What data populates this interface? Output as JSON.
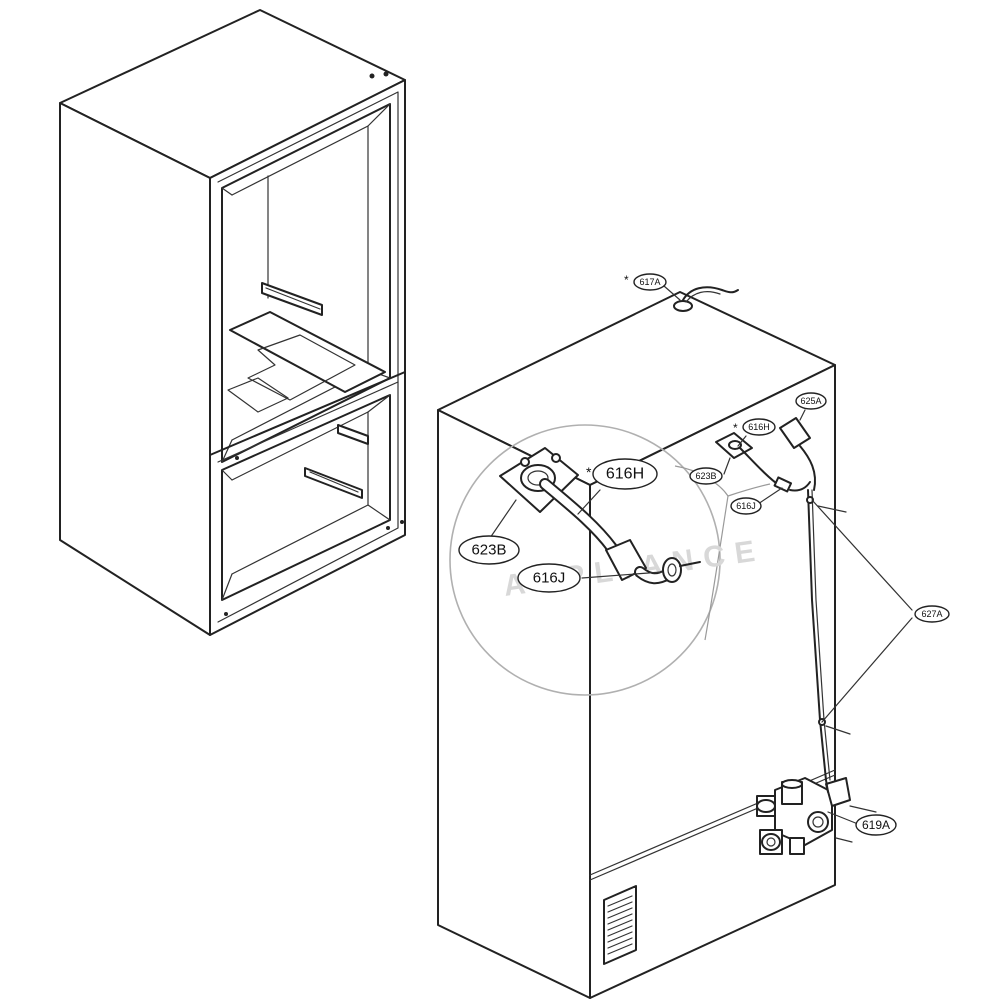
{
  "diagram": {
    "watermark": "APPLIANCE",
    "callouts": {
      "l617A": "617A",
      "l616H_small": "616H",
      "l625A": "625A",
      "l623B_small": "623B",
      "l616J_small": "616J",
      "l627A": "627A",
      "l619A": "619A",
      "l616H_large": "616H",
      "l623B_large": "623B",
      "l616J_large": "616J"
    },
    "star_mark": "*"
  }
}
